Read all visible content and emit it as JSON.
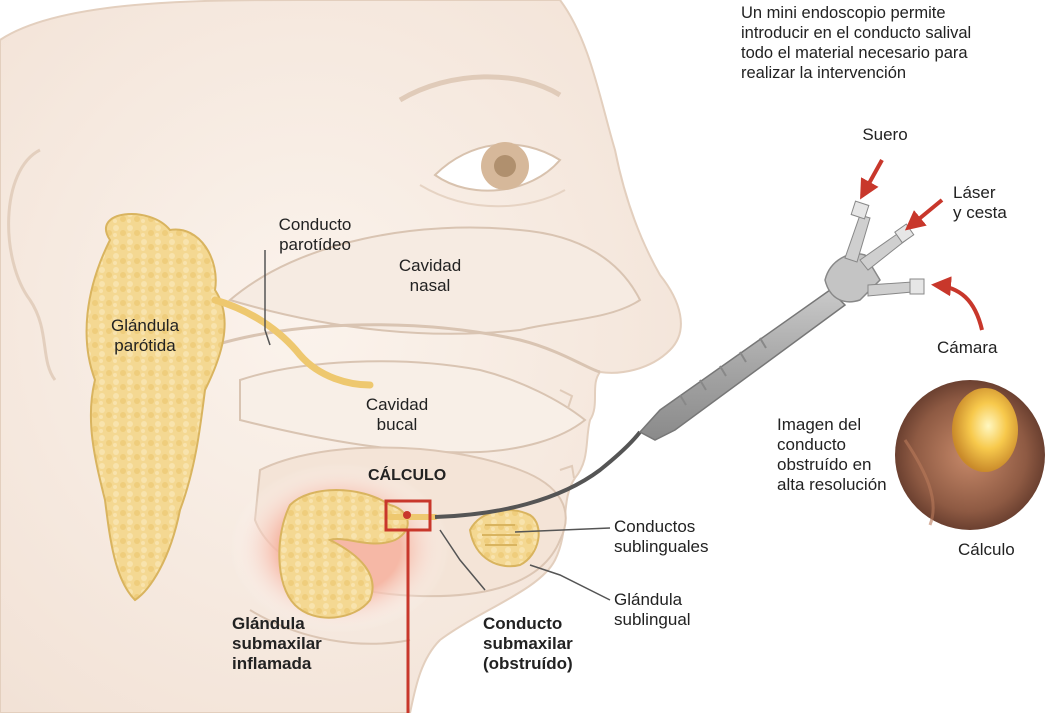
{
  "intro_text": "Un mini endoscopio permite\nintroducir en el conducto salival\ntodo el material necesario para\nrealizar la intervención",
  "labels": {
    "suero": "Suero",
    "laser": "Láser\ny cesta",
    "camara": "Cámara",
    "imagen": "Imagen del\nconducto\nobstruído en\nalta resolución",
    "calculo_foto": "Cálculo",
    "conducto_parotideo": "Conducto\nparotídeo",
    "glandula_parotida": "Glándula\nparótida",
    "cavidad_nasal": "Cavidad\nnasal",
    "cavidad_bucal": "Cavidad\nbucal",
    "calculo": "CÁLCULO",
    "conductos_sublinguales": "Conductos\nsublinguales",
    "glandula_sublingual": "Glándula\nsublingual",
    "glandula_submaxilar": "Glándula\nsubmaxilar\ninflamada",
    "conducto_submaxilar": "Conducto\nsubmaxilar\n(obstruído)"
  },
  "colors": {
    "skin": "#f7ece3",
    "skin_line": "#d9c4b2",
    "gland": "#f3d58e",
    "gland_line": "#d9b45f",
    "arrow": "#c8372b",
    "endoscope": "#9c9c9c"
  }
}
